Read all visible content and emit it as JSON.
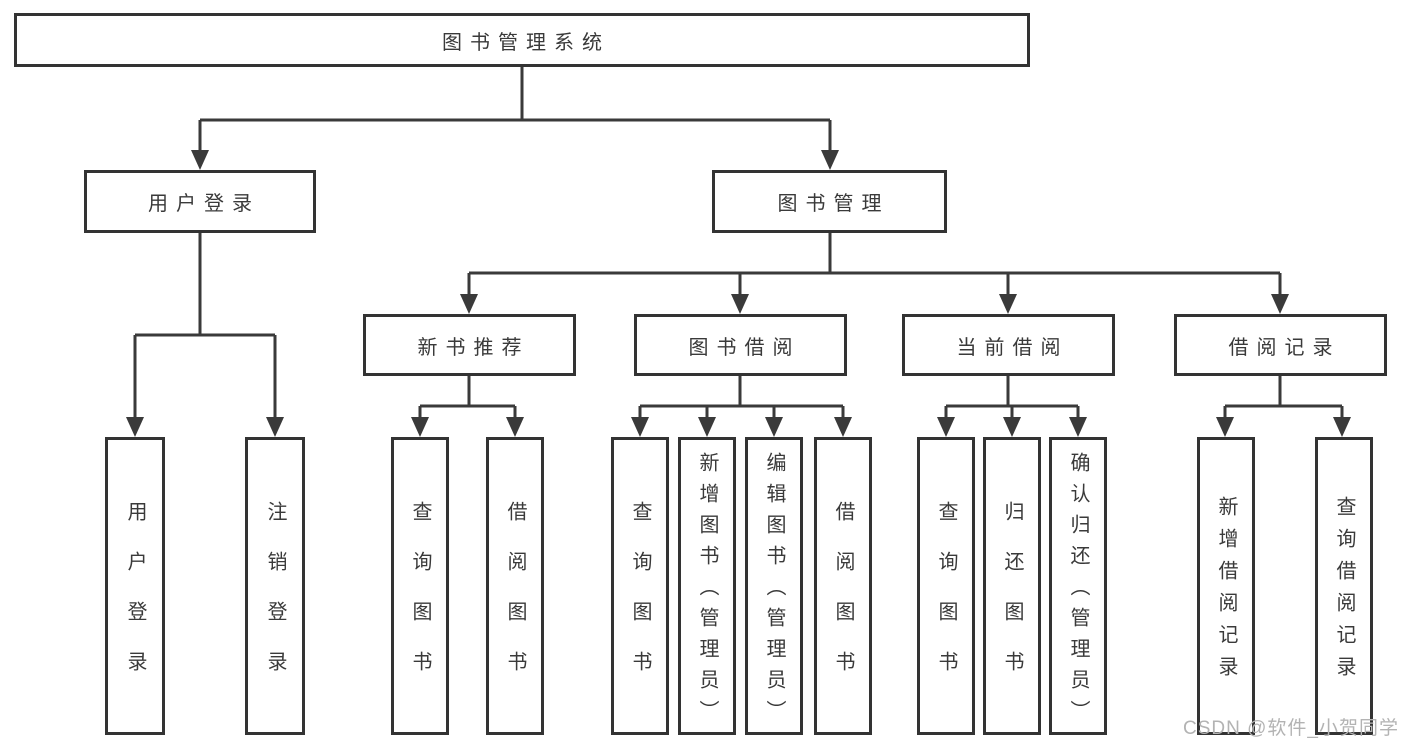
{
  "colors": {
    "line": "#3a3a3a",
    "box_border": "#333333",
    "text": "#3a3a3a",
    "background": "#ffffff",
    "watermark": "#b3b3b3"
  },
  "diagram_type": "hierarchy-tree",
  "tree": {
    "label": "图书管理系统",
    "children": [
      {
        "label": "用户登录",
        "children": [
          {
            "label": "用户登录"
          },
          {
            "label": "注销登录"
          }
        ]
      },
      {
        "label": "图书管理",
        "children": [
          {
            "label": "新书推荐",
            "children": [
              {
                "label": "查询图书"
              },
              {
                "label": "借阅图书"
              }
            ]
          },
          {
            "label": "图书借阅",
            "children": [
              {
                "label": "查询图书"
              },
              {
                "label": "新增图书（管理员）"
              },
              {
                "label": "编辑图书（管理员）"
              },
              {
                "label": "借阅图书"
              }
            ]
          },
          {
            "label": "当前借阅",
            "children": [
              {
                "label": "查询图书"
              },
              {
                "label": "归还图书"
              },
              {
                "label": "确认归还（管理员）"
              }
            ]
          },
          {
            "label": "借阅记录",
            "children": [
              {
                "label": "新增借阅记录"
              },
              {
                "label": "查询借阅记录"
              }
            ]
          }
        ]
      }
    ]
  },
  "watermark": {
    "text": "CSDN @软件_小贺同学"
  }
}
